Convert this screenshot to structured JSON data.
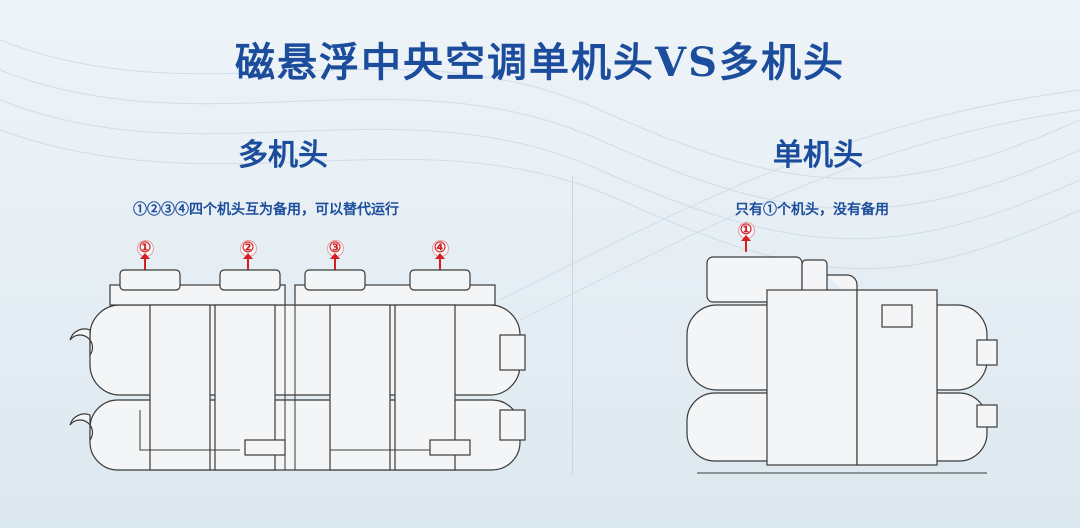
{
  "title": "磁悬浮中央空调单机头VS多机头",
  "multi": {
    "heading": "多机头",
    "caption": "①②③④四个机头互为备用，可以替代运行",
    "markers": [
      "①",
      "②",
      "③",
      "④"
    ]
  },
  "single": {
    "heading": "单机头",
    "caption": "只有①个机头，没有备用",
    "markers": [
      "①"
    ]
  },
  "colors": {
    "title": "#1c4d9c",
    "marker": "#d42020",
    "line": "#3a3a3a"
  }
}
